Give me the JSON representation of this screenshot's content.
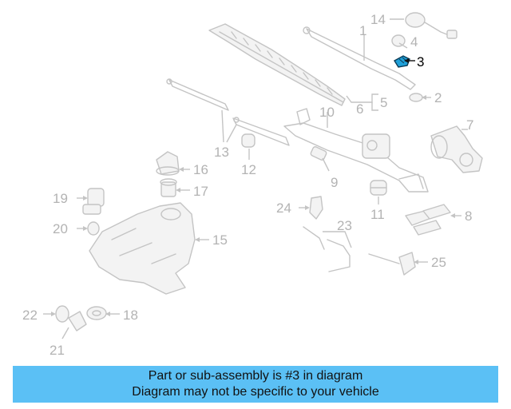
{
  "diagram": {
    "highlight_color": "#1fa0d8",
    "callouts": [
      {
        "id": "c1",
        "label": "1"
      },
      {
        "id": "c2",
        "label": "2"
      },
      {
        "id": "c3",
        "label": "3",
        "highlighted": true
      },
      {
        "id": "c4",
        "label": "4"
      },
      {
        "id": "c5",
        "label": "5"
      },
      {
        "id": "c6",
        "label": "6"
      },
      {
        "id": "c7",
        "label": "7"
      },
      {
        "id": "c8",
        "label": "8"
      },
      {
        "id": "c9",
        "label": "9"
      },
      {
        "id": "c10",
        "label": "10"
      },
      {
        "id": "c11",
        "label": "11"
      },
      {
        "id": "c12",
        "label": "12"
      },
      {
        "id": "c13",
        "label": "13"
      },
      {
        "id": "c14",
        "label": "14"
      },
      {
        "id": "c15",
        "label": "15"
      },
      {
        "id": "c16",
        "label": "16"
      },
      {
        "id": "c17",
        "label": "17"
      },
      {
        "id": "c18",
        "label": "18"
      },
      {
        "id": "c19",
        "label": "19"
      },
      {
        "id": "c20",
        "label": "20"
      },
      {
        "id": "c21",
        "label": "21"
      },
      {
        "id": "c22",
        "label": "22"
      },
      {
        "id": "c23",
        "label": "23"
      },
      {
        "id": "c24",
        "label": "24"
      },
      {
        "id": "c25",
        "label": "25"
      }
    ]
  },
  "footer": {
    "line1": "Part or sub-assembly is #3 in diagram",
    "line2": "Diagram may not be specific to your vehicle",
    "background": "#5bc0f5"
  }
}
